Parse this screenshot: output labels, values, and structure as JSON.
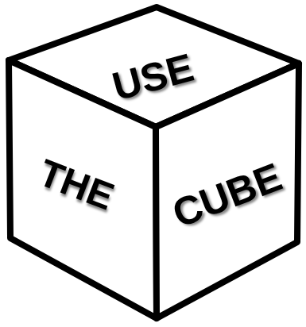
{
  "diagram": {
    "nodes": [
      {
        "text": [
          "USE"
        ]
      },
      {
        "text": [
          "THE"
        ]
      },
      {
        "text": [
          "CUBE"
        ]
      }
    ]
  }
}
